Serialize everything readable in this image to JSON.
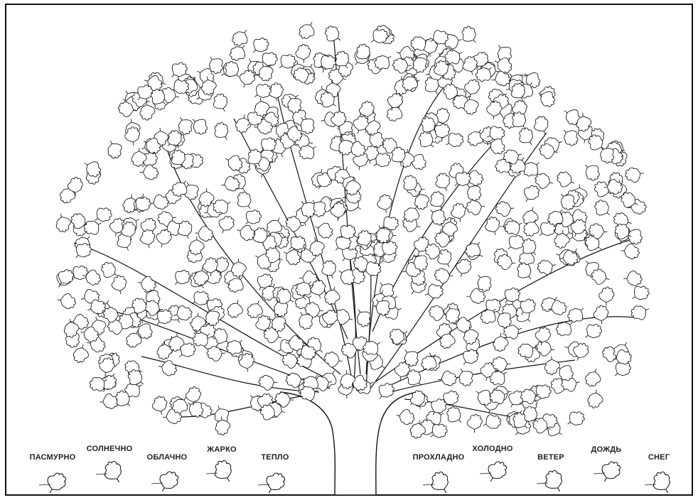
{
  "poster": {
    "legend": [
      {
        "key": "pasmurno",
        "label": "ПАСМУРНО"
      },
      {
        "key": "solnechno",
        "label": "СОЛНЕЧНО"
      },
      {
        "key": "oblachno",
        "label": "ОБЛАЧНО"
      },
      {
        "key": "zharko",
        "label": "ЖАРКО"
      },
      {
        "key": "teplo",
        "label": "ТЕПЛО"
      },
      {
        "key": "prokhladno",
        "label": "ПРОХЛАДНО"
      },
      {
        "key": "kholodno",
        "label": "ХОЛОДНО"
      },
      {
        "key": "veter",
        "label": "ВЕТЕР"
      },
      {
        "key": "dozhd",
        "label": "ДОЖДЬ"
      },
      {
        "key": "sneg",
        "label": "СНЕГ"
      }
    ]
  },
  "colors": {
    "line": "#111111",
    "leaf_fill": "#ffffff",
    "background": "#ffffff"
  },
  "icons": {
    "leaf": "leaf-icon",
    "tree": "tree-illustration"
  }
}
